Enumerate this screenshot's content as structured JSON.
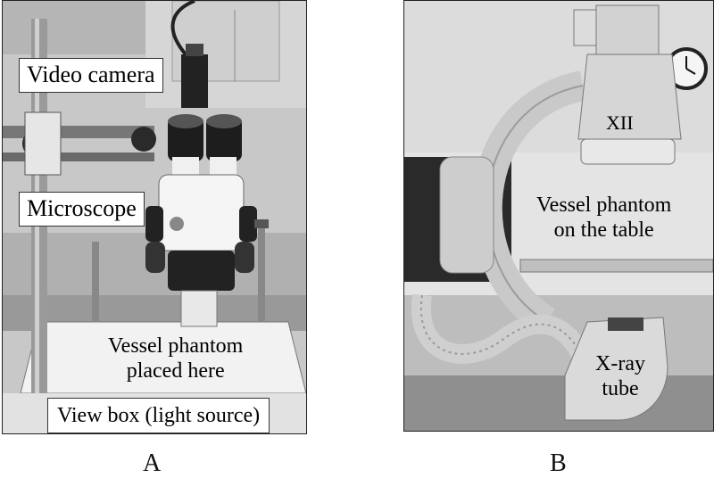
{
  "panels": [
    {
      "id": "A",
      "letter": "A",
      "labels": {
        "video_camera": "Video camera",
        "microscope": "Microscope",
        "vessel_phantom": [
          "Vessel phantom",
          "placed here"
        ],
        "view_box": "View box (light source)"
      }
    },
    {
      "id": "B",
      "letter": "B",
      "labels": {
        "xii": "XII",
        "vessel_phantom_table": [
          "Vessel phantom",
          "on the table"
        ],
        "xray_tube": [
          "X-ray",
          "tube"
        ]
      }
    }
  ]
}
